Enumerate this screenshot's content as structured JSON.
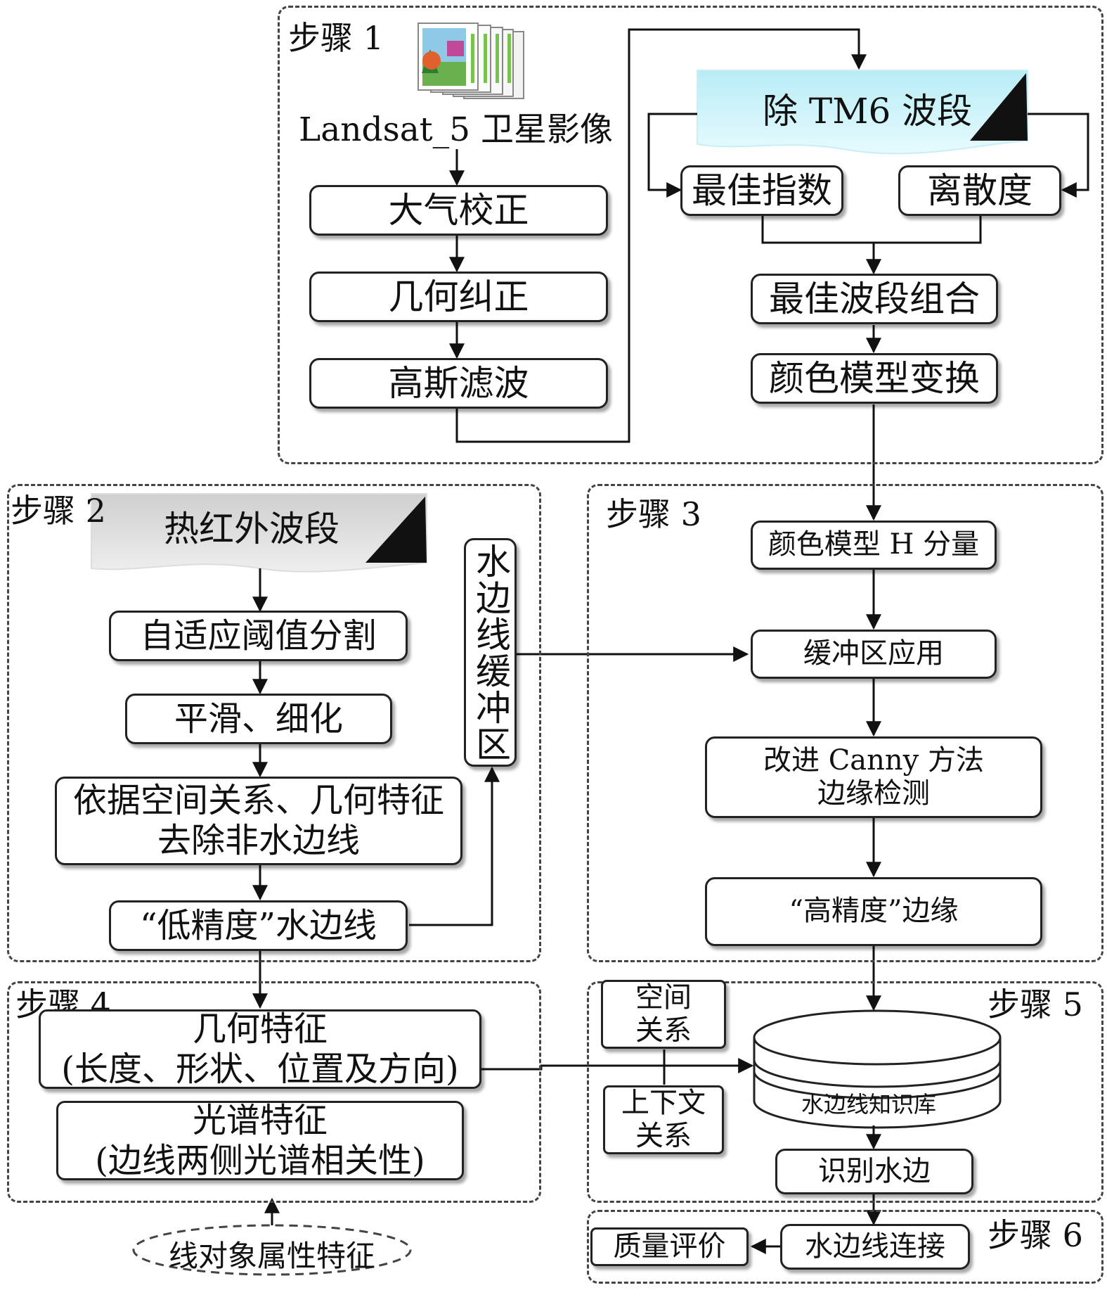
{
  "steps": {
    "s1": "步骤 1",
    "s2": "步骤 2",
    "s3": "步骤 3",
    "s4": "步骤 4",
    "s5": "步骤 5",
    "s6": "步骤 6"
  },
  "step1": {
    "satellite_caption": "Landsat_5 卫星影像",
    "atmospheric": "大气校正",
    "geometric": "几何纠正",
    "gaussian": "高斯滤波",
    "remove_tm6": "除 TM6 波段",
    "best_index": "最佳指数",
    "dispersion": "离散度",
    "best_combo": "最佳波段组合",
    "color_transform": "颜色模型变换"
  },
  "step2": {
    "thermal": "热红外波段",
    "adaptive": "自适应阈值分割",
    "smooth": "平滑、细化",
    "remove_line1": "依据空间关系、几何特征",
    "remove_line2": "去除非水边线",
    "low_precision": "“低精度”水边线",
    "buffer_vertical": "水边线缓冲区"
  },
  "step3": {
    "h_component": "颜色模型 H 分量",
    "buffer_apply": "缓冲区应用",
    "canny_line1": "改进 Canny 方法",
    "canny_line2": "边缘检测",
    "high_precision": "“高精度”边缘"
  },
  "step4": {
    "geo_line1": "几何特征",
    "geo_line2": "(长度、形状、位置及方向)",
    "spec_line1": "光谱特征",
    "spec_line2": "(边线两侧光谱相关性)",
    "line_attr": "线对象属性特征"
  },
  "step5": {
    "spatial_line1": "空间",
    "spatial_line2": "关系",
    "context_line1": "上下文",
    "context_line2": "关系",
    "knowledge_base": "水边线知识库",
    "identify": "识别水边"
  },
  "step6": {
    "connect": "水边线连接",
    "quality": "质量评价"
  },
  "colors": {
    "tm6_banner": "#c8f1f8",
    "thermal_banner": "#d4d4d4",
    "dashed_border": "#444444",
    "box_border": "#222222"
  }
}
